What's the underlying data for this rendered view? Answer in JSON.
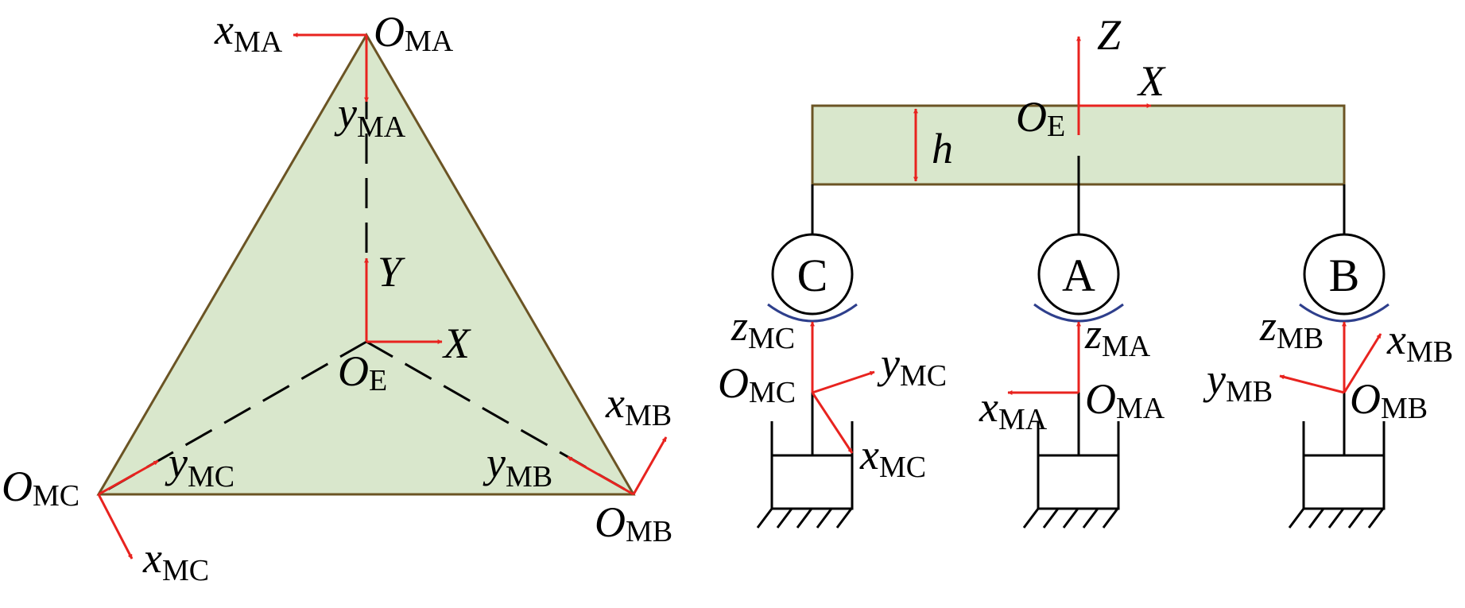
{
  "colors": {
    "plate_fill": "#d9e7cc",
    "plate_edge": "#6b5424",
    "axis": "#e8231f",
    "bearing": "#2e3f8c"
  },
  "labels": {
    "left": {
      "xMA": {
        "main": "x",
        "sub": "MA"
      },
      "OMA": {
        "main": "O",
        "sub": "MA"
      },
      "yMA": {
        "main": "y",
        "sub": "MA"
      },
      "Y": {
        "main": "Y",
        "sub": ""
      },
      "X": {
        "main": "X",
        "sub": ""
      },
      "OE": {
        "main": "O",
        "sub": "E"
      },
      "xMB": {
        "main": "x",
        "sub": "MB"
      },
      "yMB": {
        "main": "y",
        "sub": "MB"
      },
      "OMB": {
        "main": "O",
        "sub": "MB"
      },
      "OMC": {
        "main": "O",
        "sub": "MC"
      },
      "yMC": {
        "main": "y",
        "sub": "MC"
      },
      "xMC": {
        "main": "x",
        "sub": "MC"
      }
    },
    "right": {
      "Z": {
        "main": "Z",
        "sub": ""
      },
      "X": {
        "main": "X",
        "sub": ""
      },
      "OE": {
        "main": "O",
        "sub": "E"
      },
      "h": {
        "main": "h",
        "sub": ""
      },
      "C": "C",
      "A": "A",
      "B": "B",
      "zMC": {
        "main": "z",
        "sub": "MC"
      },
      "yMC": {
        "main": "y",
        "sub": "MC"
      },
      "OMC": {
        "main": "O",
        "sub": "MC"
      },
      "xMC": {
        "main": "x",
        "sub": "MC"
      },
      "zMA": {
        "main": "z",
        "sub": "MA"
      },
      "xMA": {
        "main": "x",
        "sub": "MA"
      },
      "OMA": {
        "main": "O",
        "sub": "MA"
      },
      "zMB": {
        "main": "z",
        "sub": "MB"
      },
      "xMB": {
        "main": "x",
        "sub": "MB"
      },
      "yMB": {
        "main": "y",
        "sub": "MB"
      },
      "OMB": {
        "main": "O",
        "sub": "MB"
      }
    }
  }
}
